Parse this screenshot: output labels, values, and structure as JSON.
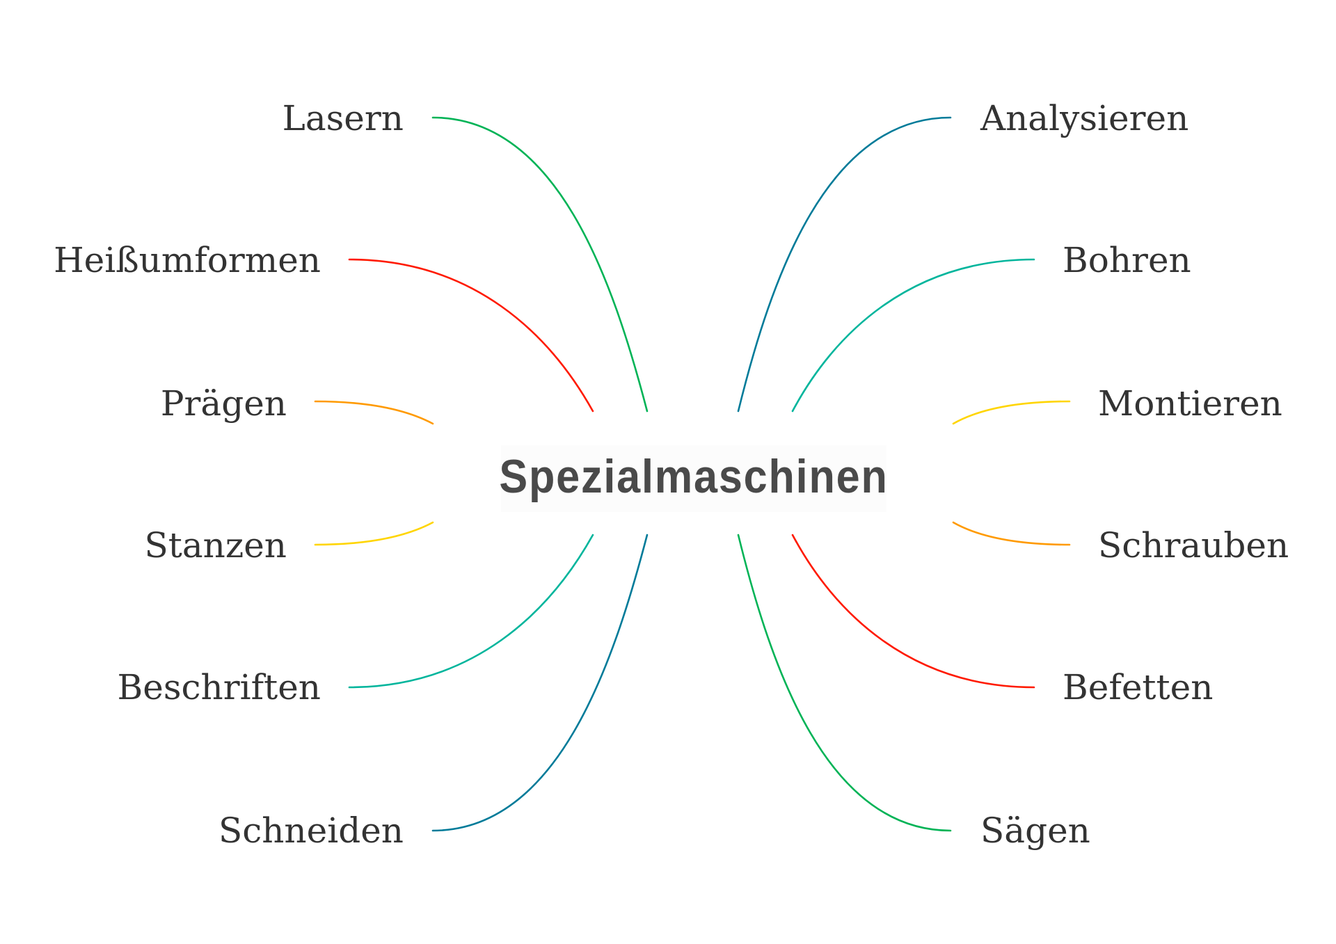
{
  "center": {
    "title": "Spezialmaschinen"
  },
  "left": [
    {
      "label": "Lasern",
      "color": "#00b356"
    },
    {
      "label": "Heißumformen",
      "color": "#ff1a00"
    },
    {
      "label": "Prägen",
      "color": "#ff9a00"
    },
    {
      "label": "Stanzen",
      "color": "#ffd500"
    },
    {
      "label": "Beschriften",
      "color": "#00b59c"
    },
    {
      "label": "Schneiden",
      "color": "#007b99"
    }
  ],
  "right": [
    {
      "label": "Analysieren",
      "color": "#007b99"
    },
    {
      "label": "Bohren",
      "color": "#00b59c"
    },
    {
      "label": "Montieren",
      "color": "#ffd500"
    },
    {
      "label": "Schrauben",
      "color": "#ff9a00"
    },
    {
      "label": "Befetten",
      "color": "#ff1a00"
    },
    {
      "label": "Sägen",
      "color": "#00b356"
    }
  ]
}
